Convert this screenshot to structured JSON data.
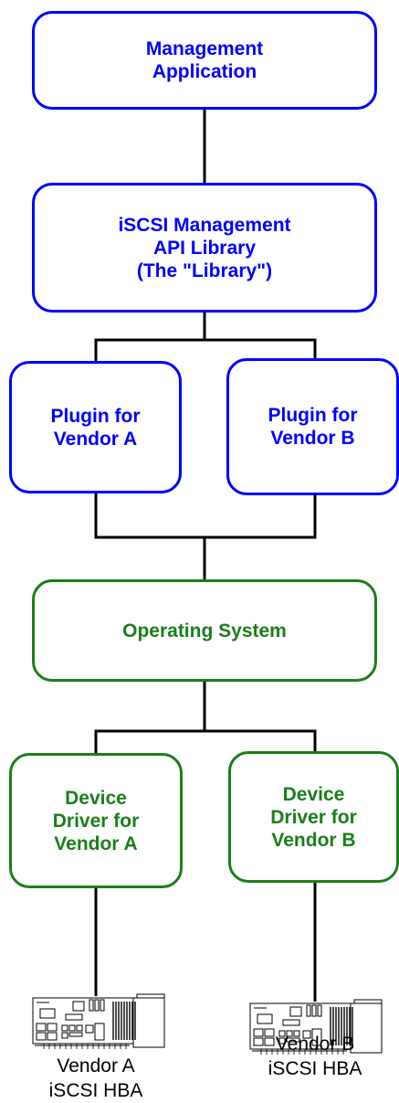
{
  "boxes": {
    "management_app": "Management\nApplication",
    "api_library": "iSCSI Management\nAPI Library\n(The \"Library\")",
    "plugin_a": "Plugin for\nVendor A",
    "plugin_b": "Plugin for\nVendor B",
    "operating_system": "Operating System",
    "driver_a": "Device\nDriver for\nVendor A",
    "driver_b": "Device\nDriver for\nVendor B"
  },
  "hardware": {
    "hba_a": "Vendor A\niSCSI HBA",
    "hba_b": "Vendor B\niSCSI HBA"
  },
  "colors": {
    "user_space": "#0000ff",
    "kernel_space": "#1a7f1a",
    "connector": "#000000"
  }
}
